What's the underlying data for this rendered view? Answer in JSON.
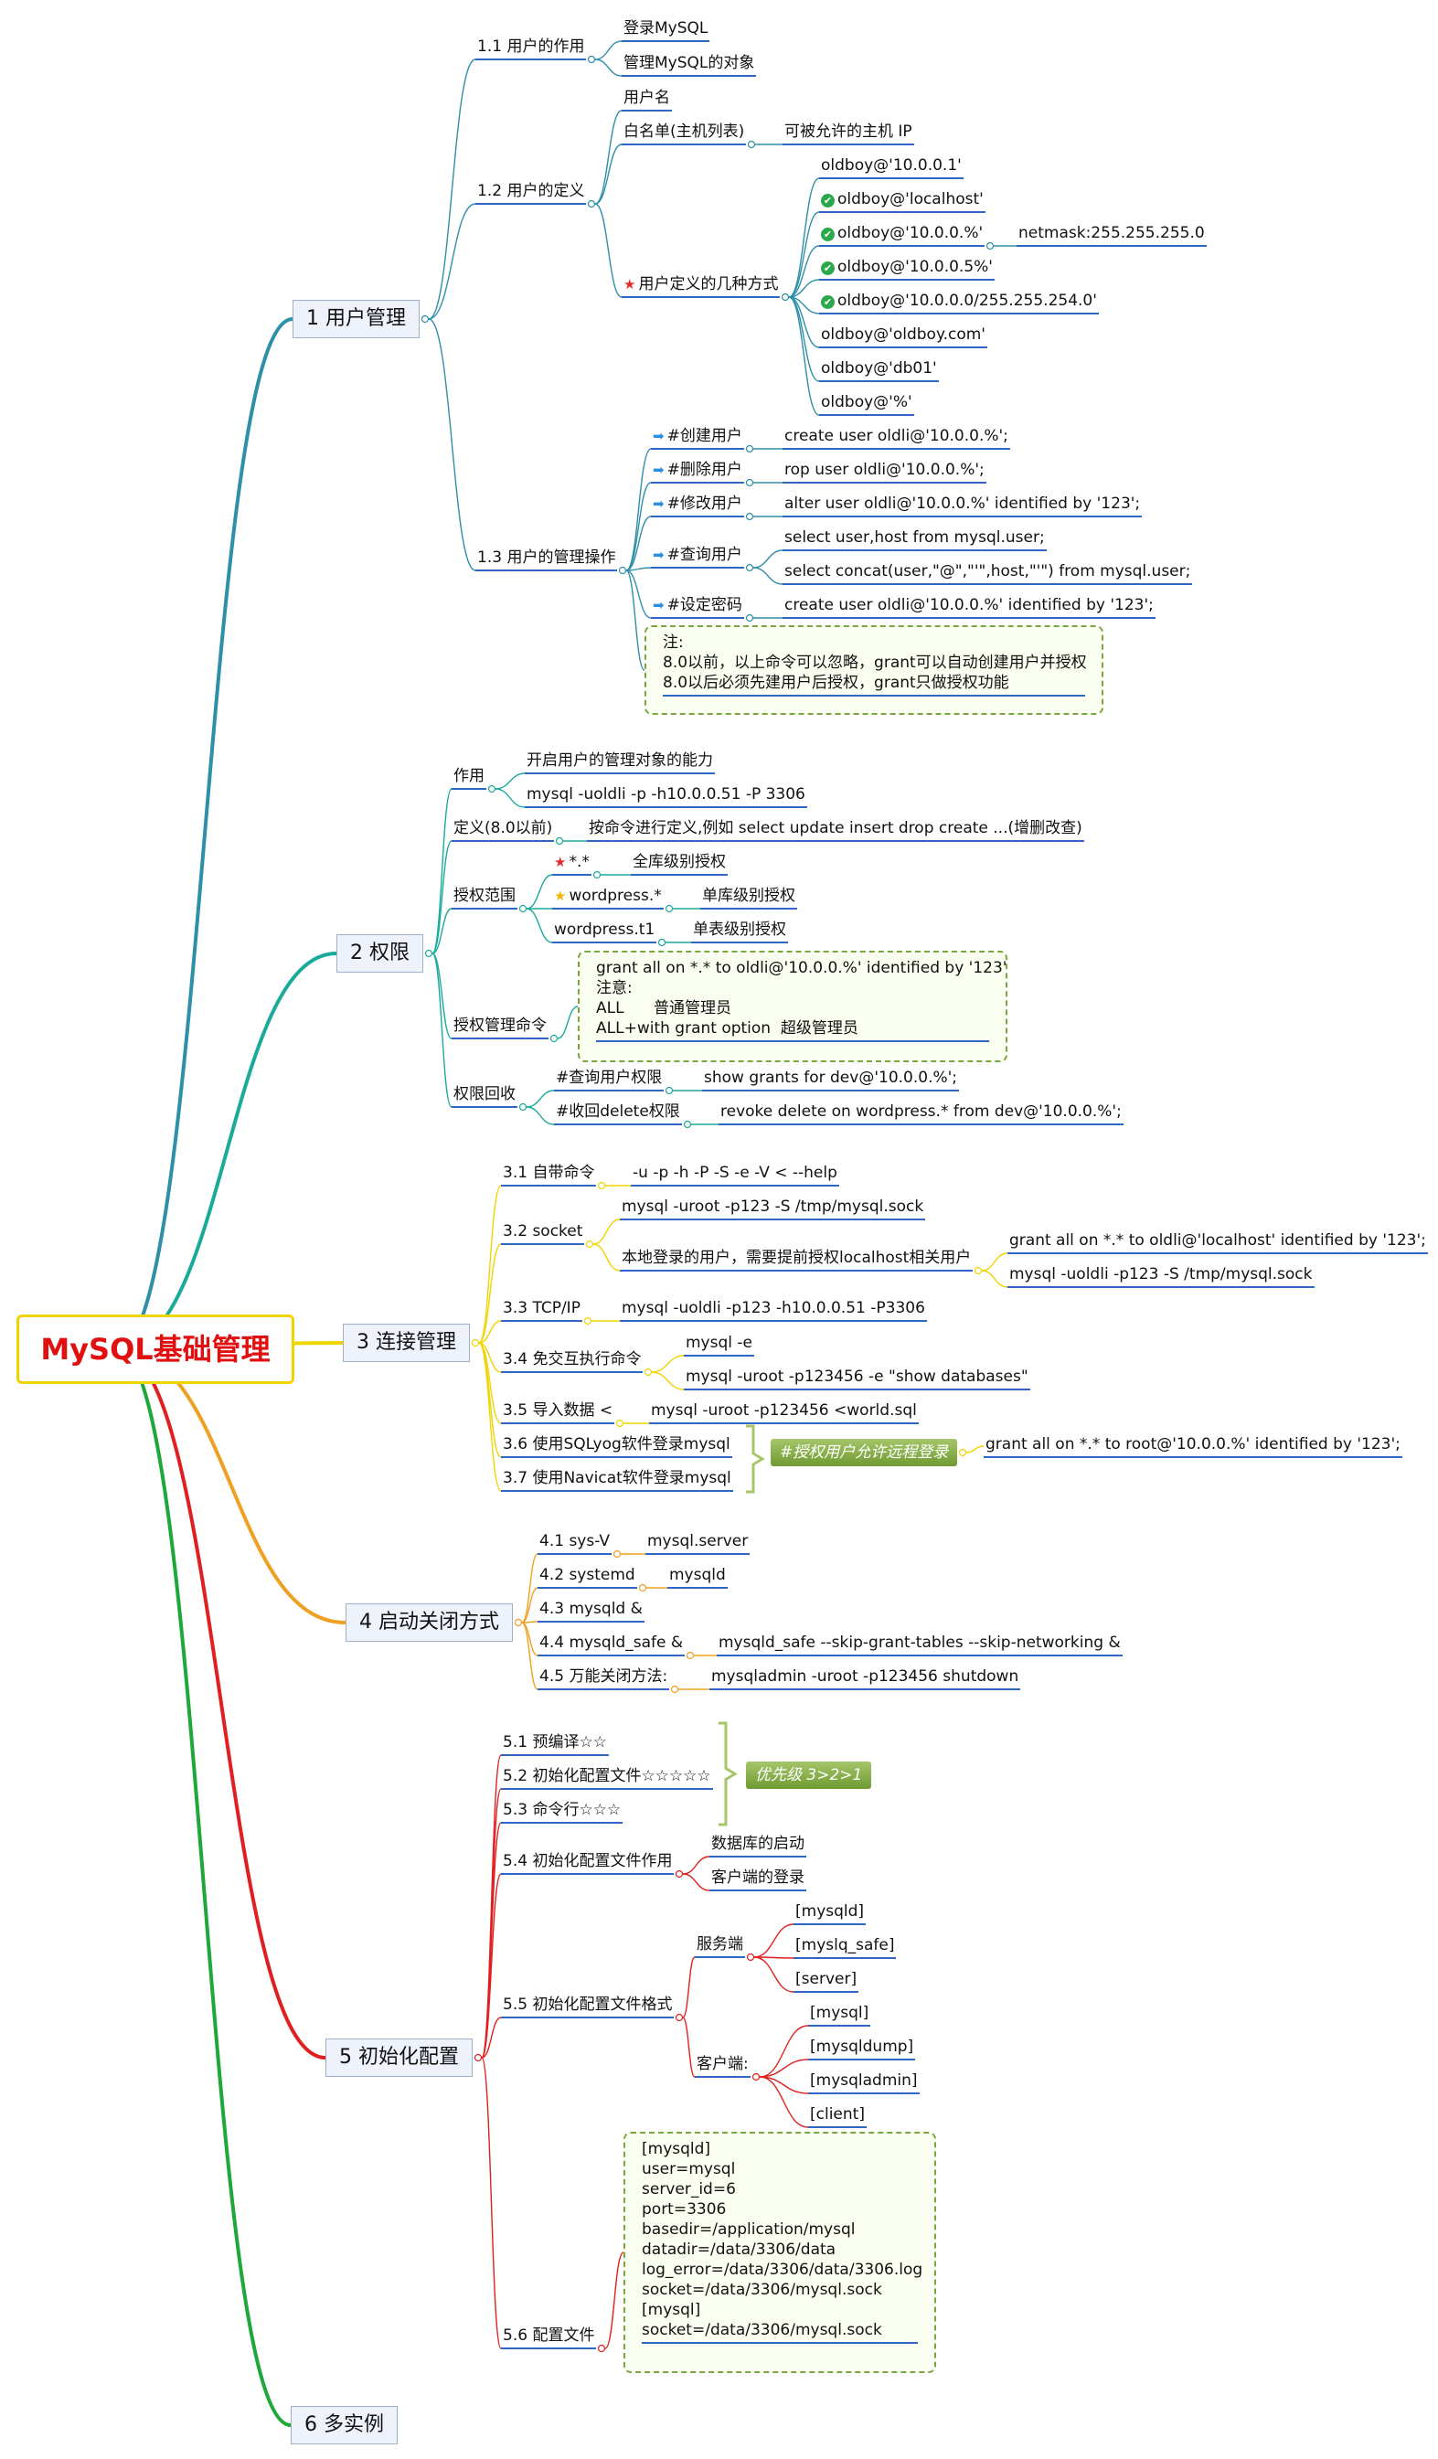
{
  "root": "MySQL基础管理",
  "s1": {
    "title": "1 用户管理",
    "n11": "1.1 用户的作用",
    "n11a": "登录MySQL",
    "n11b": "管理MySQL的对象",
    "n12": "1.2 用户的定义",
    "n12a": "用户名",
    "n12b": "白名单(主机列表)",
    "n12b1": "可被允许的主机 IP",
    "n12c": "用户定义的几种方式",
    "w1": "oldboy@'10.0.0.1'",
    "w2": "oldboy@'localhost'",
    "w3": "oldboy@'10.0.0.%'",
    "w3a": "netmask:255.255.255.0",
    "w4": "oldboy@'10.0.0.5%'",
    "w5": "oldboy@'10.0.0.0/255.255.254.0'",
    "w6": "oldboy@'oldboy.com'",
    "w7": "oldboy@'db01'",
    "w8": "oldboy@'%'",
    "n13": "1.3 用户的管理操作",
    "o1": "#创建用户",
    "o1a": "create user oldli@'10.0.0.%';",
    "o2": "#删除用户",
    "o2a": "rop user oldli@'10.0.0.%';",
    "o3": "#修改用户",
    "o3a": "alter user oldli@'10.0.0.%' identified by '123';",
    "o4": "#查询用户",
    "o4a": "select user,host from mysql.user;",
    "o4b": "select concat(user,\"@\",\"'\",host,\"'\") from mysql.user;",
    "o5": "#设定密码",
    "o5a": "create user oldli@'10.0.0.%' identified by '123';",
    "note": "注:\n8.0以前，以上命令可以忽略，grant可以自动创建用户并授权\n8.0以后必须先建用户后授权，grant只做授权功能"
  },
  "s2": {
    "title": "2 权限",
    "a": "作用",
    "a1": "开启用户的管理对象的能力",
    "a2": "mysql -uoldli -p -h10.0.0.51 -P 3306",
    "b": "定义(8.0以前)",
    "b1": "按命令进行定义,例如 select update insert drop create ...(增删改查)",
    "c": "授权范围",
    "c1": "*.*",
    "c1a": "全库级别授权",
    "c2": "wordpress.*",
    "c2a": "单库级别授权",
    "c3": "wordpress.t1",
    "c3a": "单表级别授权",
    "d": "授权管理命令",
    "dbox": "grant all on *.* to oldli@'10.0.0.%' identified by '123'\n注意:\nALL      普通管理员\nALL+with grant option  超级管理员",
    "e": "权限回收",
    "e1": "#查询用户权限",
    "e1a": "show grants for dev@'10.0.0.%';",
    "e2": "#收回delete权限",
    "e2a": "revoke delete on wordpress.* from dev@'10.0.0.%';"
  },
  "s3": {
    "title": "3 连接管理",
    "a": "3.1 自带命令",
    "a1": "-u -p -h -P -S -e -V < --help",
    "b": "3.2 socket",
    "b1": "mysql -uroot -p123 -S /tmp/mysql.sock",
    "b2": "本地登录的用户，需要提前授权localhost相关用户",
    "b2a": "grant all on *.* to oldli@'localhost' identified by '123';",
    "b2b": "mysql -uoldli -p123 -S /tmp/mysql.sock",
    "c": "3.3 TCP/IP",
    "c1": "mysql -uoldli -p123 -h10.0.0.51 -P3306",
    "d": "3.4 免交互执行命令",
    "d1": "mysql -e",
    "d2": "mysql -uroot -p123456 -e \"show databases\"",
    "e": "3.5 导入数据 <",
    "e1": "mysql -uroot -p123456 <world.sql",
    "f": "3.6 使用SQLyog软件登录mysql",
    "g": "3.7 使用Navicat软件登录mysql",
    "tag": "#授权用户允许远程登录",
    "tag1": "grant all on *.* to root@'10.0.0.%' identified by '123';"
  },
  "s4": {
    "title": "4 启动关闭方式",
    "a": "4.1 sys-V",
    "a1": "mysql.server",
    "b": "4.2 systemd",
    "b1": "mysqld",
    "c": "4.3 mysqld &",
    "d": "4.4 mysqld_safe &",
    "d1": "mysqld_safe --skip-grant-tables --skip-networking &",
    "e": "4.5 万能关闭方法:",
    "e1": "mysqladmin -uroot -p123456 shutdown"
  },
  "s5": {
    "title": "5 初始化配置",
    "a": "5.1 预编译☆☆",
    "b": "5.2 初始化配置文件☆☆☆☆☆",
    "c": "5.3 命令行☆☆☆",
    "tag": "优先级 3>2>1",
    "d": "5.4 初始化配置文件作用",
    "d1": "数据库的启动",
    "d2": "客户端的登录",
    "e": "5.5 初始化配置文件格式",
    "e1": "服务端",
    "e1a": "[mysqld]",
    "e1b": "[myslq_safe]",
    "e1c": "[server]",
    "e2": "客户端:",
    "e2a": "[mysql]",
    "e2b": "[mysqldump]",
    "e2c": "[mysqladmin]",
    "e2d": "[client]",
    "f": "5.6 配置文件",
    "fbox": "[mysqld]\nuser=mysql\nserver_id=6\nport=3306\nbasedir=/application/mysql\ndatadir=/data/3306/data\nlog_error=/data/3306/data/3306.log\nsocket=/data/3306/mysql.sock\n[mysql]\nsocket=/data/3306/mysql.sock"
  },
  "s6": {
    "title": "6 多实例"
  },
  "colors": {
    "s1": "#2e8fa8",
    "s2": "#1aaa9c",
    "s3": "#f0d400",
    "s4": "#f0a020",
    "s5": "#e02020",
    "s6": "#1fa83a",
    "root_text": "#e01010",
    "underline": "#2e66c8"
  }
}
